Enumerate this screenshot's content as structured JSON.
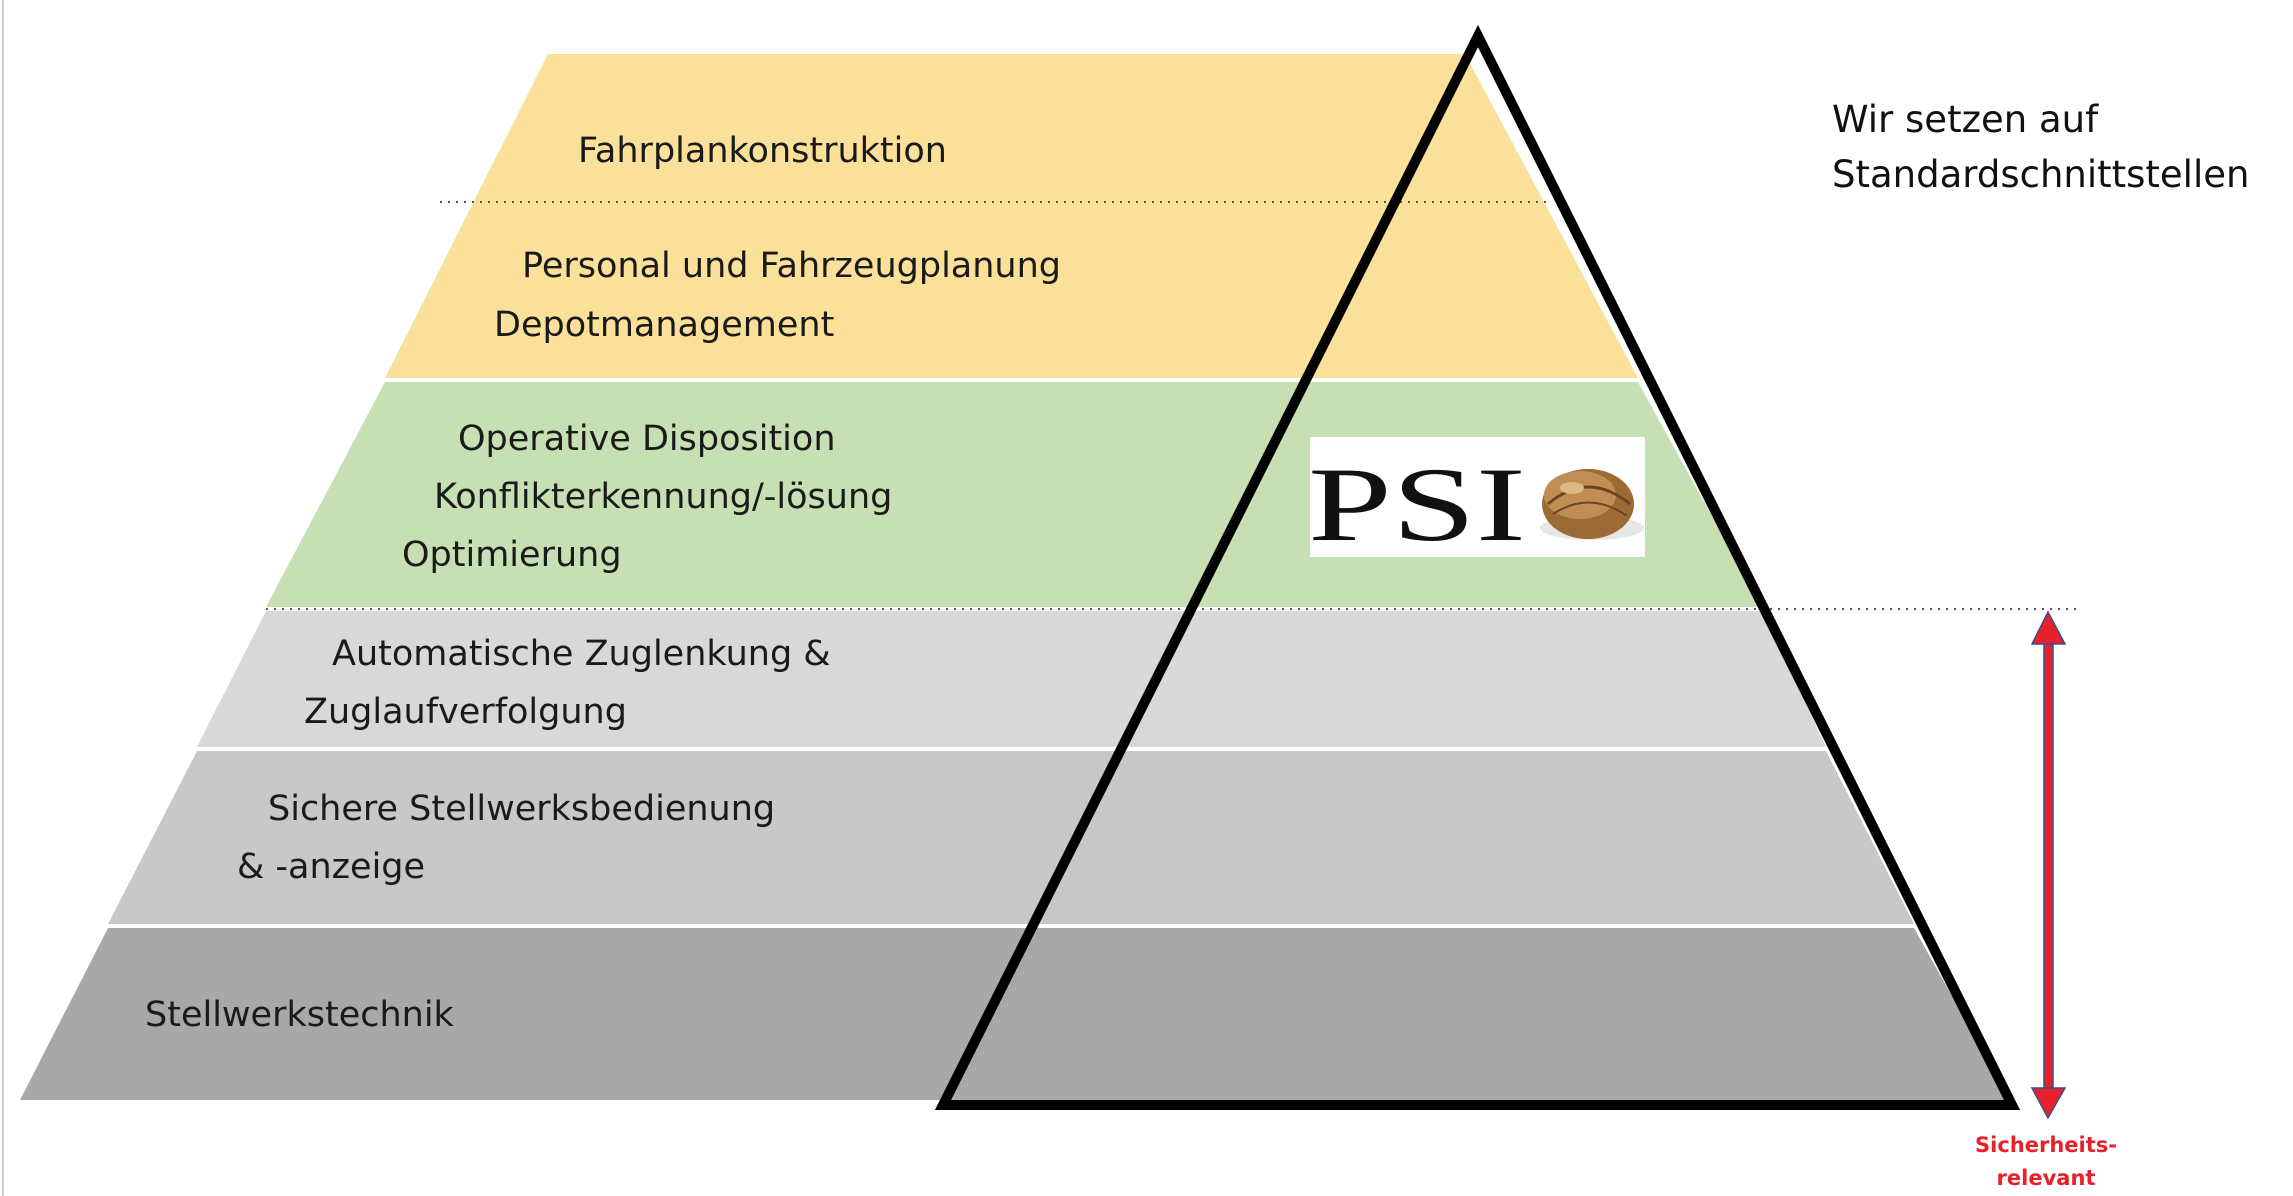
{
  "layers": [
    {
      "id": "fahrplan",
      "lines": [
        "Fahrplankonstruktion"
      ],
      "color": "#fbe09a"
    },
    {
      "id": "personal",
      "lines": [
        "Personal und Fahrzeugplanung",
        "Depotmanagement"
      ],
      "color": "#fbe09a"
    },
    {
      "id": "disposition",
      "lines": [
        "Operative Disposition",
        "Konflikterkennung/-lösung",
        "Optimierung"
      ],
      "color": "#c6e0b4"
    },
    {
      "id": "zuglenkung",
      "lines": [
        "Automatische Zuglenkung &",
        "Zuglaufverfolgung"
      ],
      "color": "#d8d8d8"
    },
    {
      "id": "stellwerk_bedienung",
      "lines": [
        "Sichere Stellwerksbedienung",
        "& -anzeige"
      ],
      "color": "#c8c8c8"
    },
    {
      "id": "stellwerkstechnik",
      "lines": [
        "Stellwerkstechnik"
      ],
      "color": "#a8a8a8"
    }
  ],
  "side_note": [
    "Wir setzen auf",
    "Standardschnittstellen"
  ],
  "safety_label": [
    "Sicherheits-",
    "relevant"
  ],
  "logo": {
    "text": "PSI"
  },
  "colors": {
    "triangle": "#000000",
    "arrow": "#e8202a",
    "arrow_outline": "#3a4f8a",
    "dotted": "#555555"
  }
}
